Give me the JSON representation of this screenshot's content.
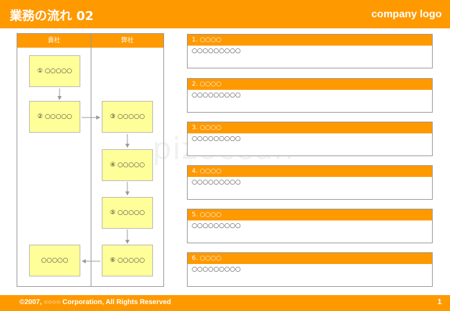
{
  "header": {
    "title": "業務の流れ 02",
    "logo": "company logo"
  },
  "footer": {
    "copyright": "©2007, ○○○○ Corporation, All Rights Reserved",
    "page": "1"
  },
  "lanes": {
    "left": "貴社",
    "right": "弊社"
  },
  "flow": {
    "box1": "① ○○○○○",
    "box2": "② ○○○○○",
    "box3": "③ ○○○○○",
    "box4": "④ ○○○○○",
    "box5": "⑤ ○○○○○",
    "box6": "⑥ ○○○○○",
    "box7": "○○○○○"
  },
  "steps": [
    {
      "title": "1. ○○○○",
      "body": "○○○○○○○○○"
    },
    {
      "title": "2. ○○○○",
      "body": "○○○○○○○○○"
    },
    {
      "title": "3. ○○○○",
      "body": "○○○○○○○○○"
    },
    {
      "title": "4. ○○○○",
      "body": "○○○○○○○○○"
    },
    {
      "title": "5. ○○○○",
      "body": "○○○○○○○○○"
    },
    {
      "title": "6. ○○○○",
      "body": "○○○○○○○○○"
    }
  ],
  "watermark": "pizocean",
  "colors": {
    "accent": "#FF9900",
    "box_fill": "#FFFF99",
    "border": "#999999"
  }
}
